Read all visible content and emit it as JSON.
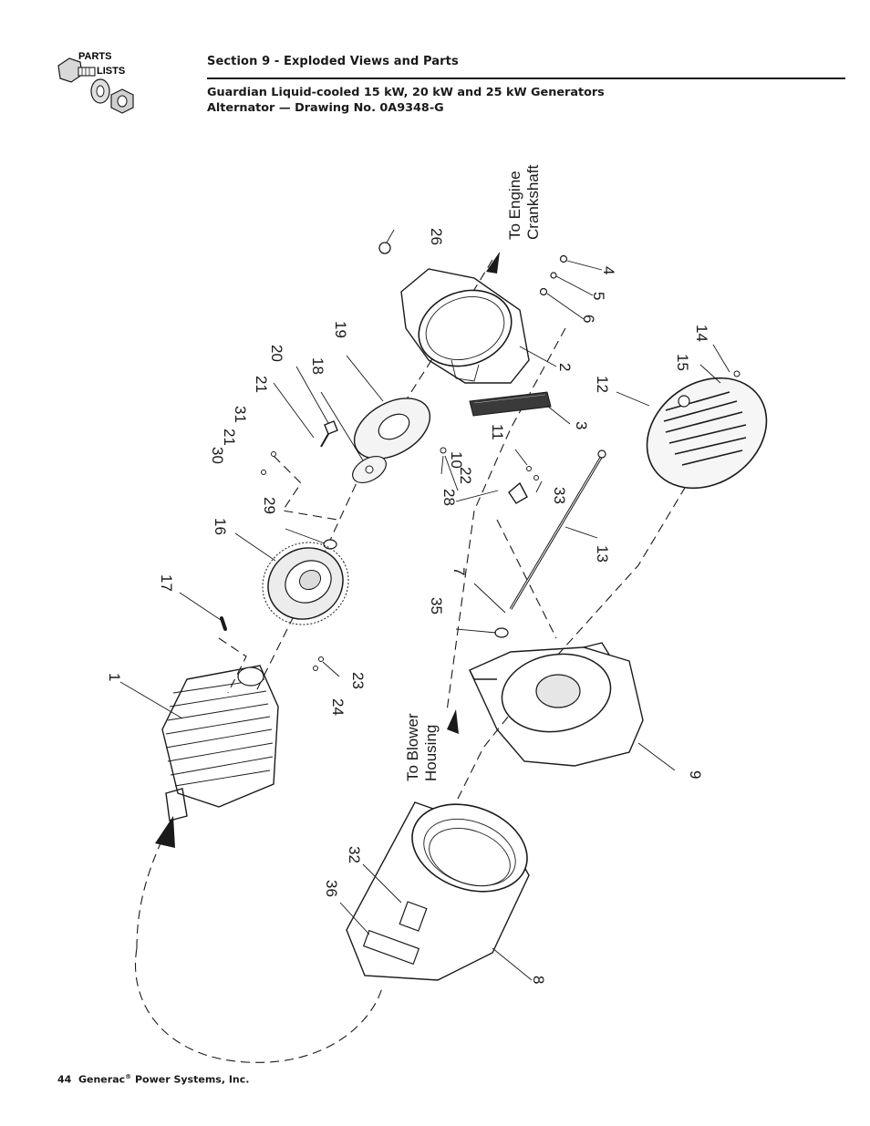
{
  "logo": {
    "word1": "PARTS",
    "word2": "LISTS",
    "icon": "nut-bolt-washer-icon"
  },
  "header": {
    "section": "Section 9 - Exploded Views and Parts",
    "line1": "Guardian Liquid-cooled 15 kW, 20 kW and 25 kW Generators",
    "line2": "Alternator — Drawing No. 0A9348-G"
  },
  "notes": {
    "engine": [
      "To Engine",
      "Crankshaft"
    ],
    "blower": [
      "To Blower",
      "Housing"
    ]
  },
  "callouts": {
    "c1": "1",
    "c2": "2",
    "c3": "3",
    "c4": "4",
    "c5": "5",
    "c6": "6",
    "c7": "7",
    "c8": "8",
    "c9": "9",
    "c10": "10",
    "c11": "11",
    "c12": "12",
    "c13": "13",
    "c14": "14",
    "c15": "15",
    "c16": "16",
    "c17": "17",
    "c18": "18",
    "c19": "19",
    "c20": "20",
    "c21a": "21",
    "c21b": "21",
    "c22": "22",
    "c23": "23",
    "c24": "24",
    "c26": "26",
    "c28": "28",
    "c29": "29",
    "c30": "30",
    "c31": "31",
    "c32": "32",
    "c33": "33",
    "c35": "35",
    "c36": "36"
  },
  "footer": {
    "page": "44",
    "company": "Generac",
    "reg": "®",
    "suffix": " Power Systems, Inc."
  }
}
